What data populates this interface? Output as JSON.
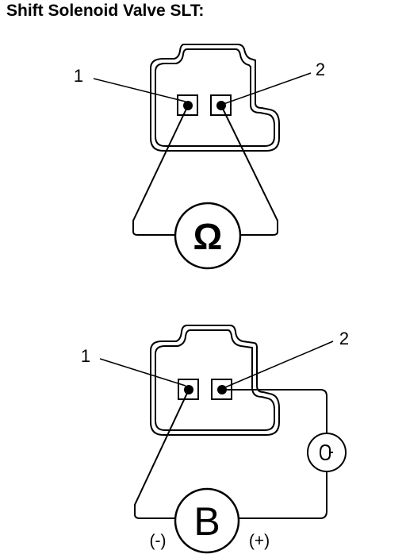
{
  "title": "Shift Solenoid Valve SLT:",
  "resistance_test": {
    "pin_labels": [
      "1",
      "2"
    ],
    "meter_symbol": "Ω"
  },
  "operation_test": {
    "pin_labels": [
      "1",
      "2"
    ],
    "battery_symbol": "B",
    "negative_label": "(-)",
    "positive_label": "(+)"
  },
  "icons": [
    "ohmmeter-icon",
    "battery-icon",
    "bulb-icon",
    "connector-icon"
  ]
}
